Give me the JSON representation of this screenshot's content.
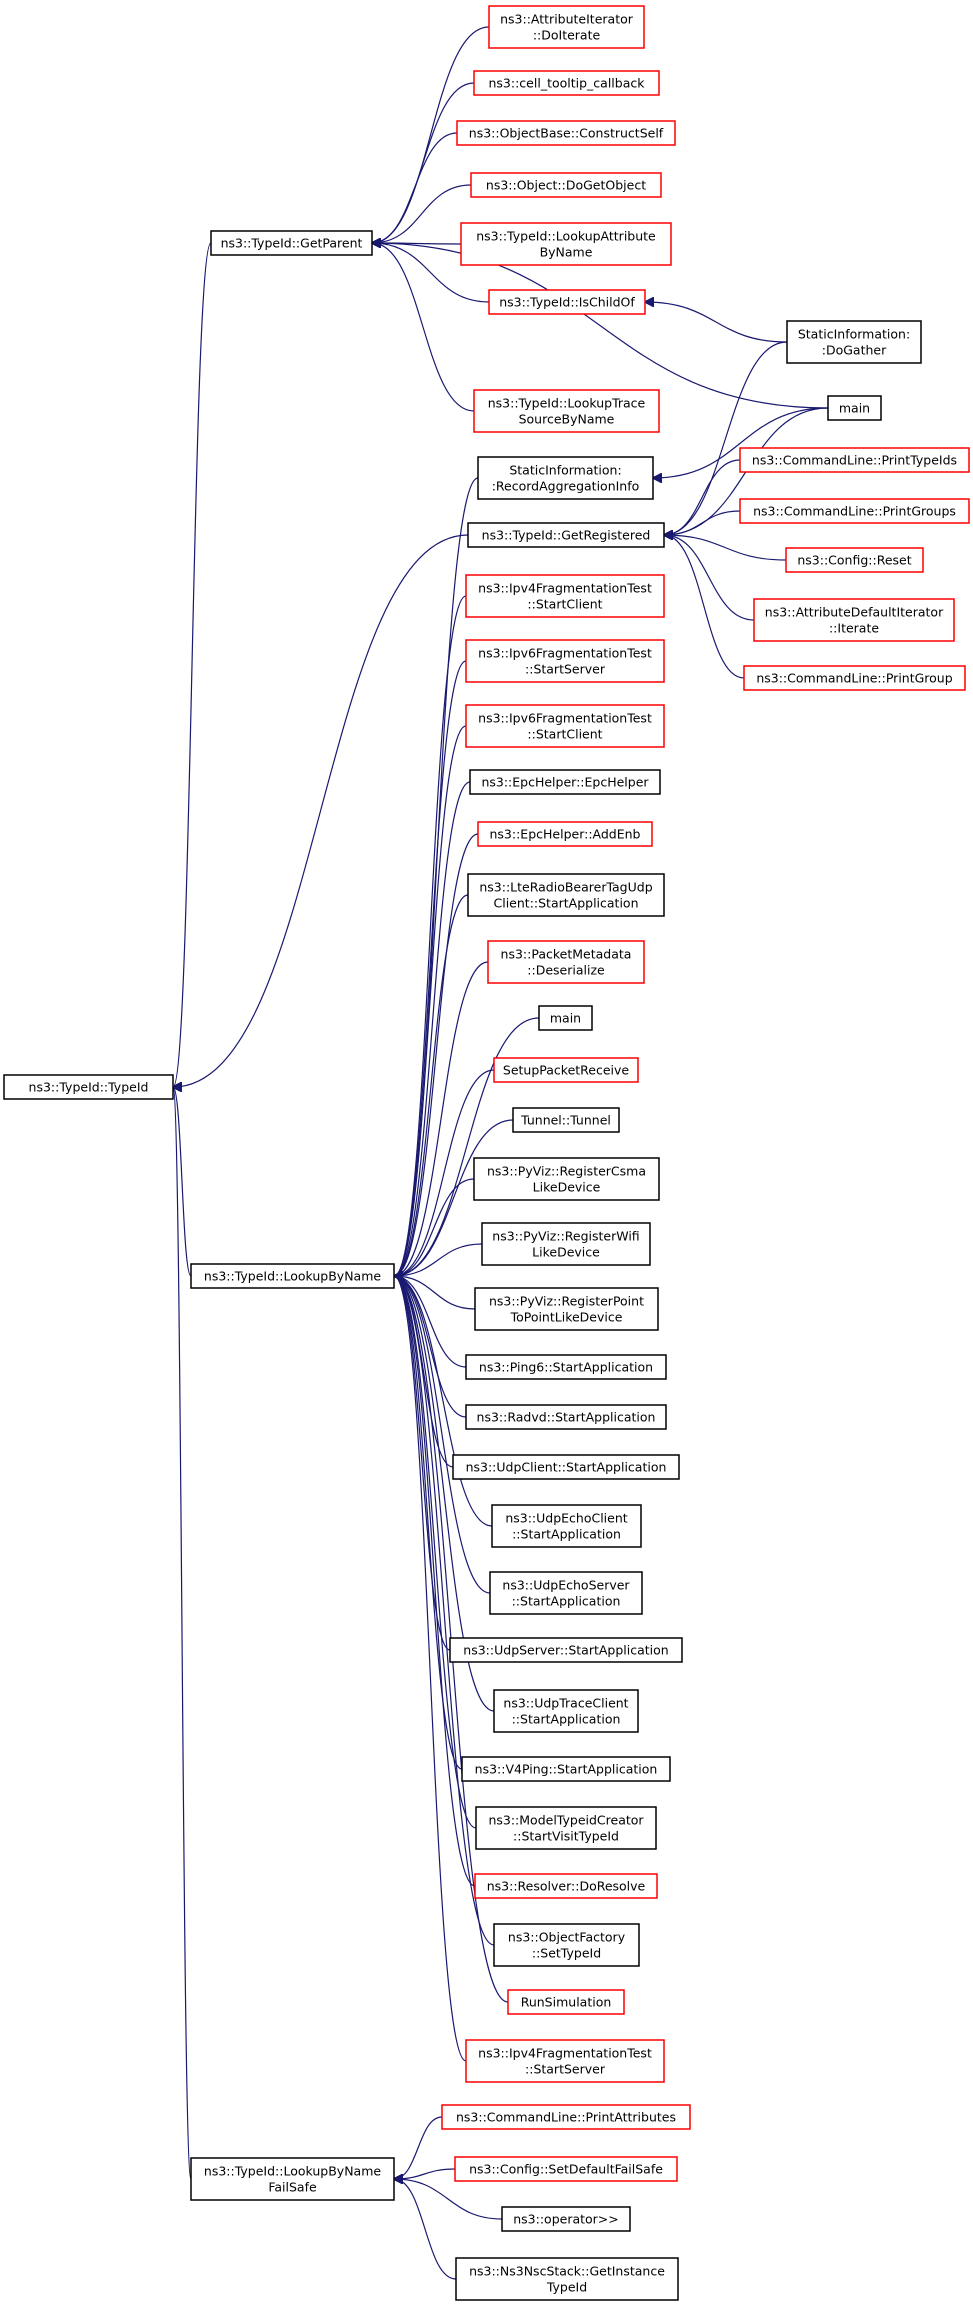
{
  "colors": {
    "edge": "#191970",
    "node_black_border": "#000000",
    "node_red_border": "#ff0000",
    "root_fill": "#bfbfbf",
    "text": "#000000"
  },
  "nodes": [
    {
      "id": "root",
      "lines": [
        "ns3::TypeId::TypeId"
      ],
      "border": "black",
      "highlight": true
    },
    {
      "id": "getparent",
      "lines": [
        "ns3::TypeId::GetParent"
      ],
      "border": "black"
    },
    {
      "id": "lookupbyname",
      "lines": [
        "ns3::TypeId::LookupByName"
      ],
      "border": "black"
    },
    {
      "id": "failsafe",
      "lines": [
        "ns3::TypeId::LookupByName",
        "FailSafe"
      ],
      "border": "black"
    },
    {
      "id": "attriter",
      "lines": [
        "ns3::AttributeIterator",
        "::DoIterate"
      ],
      "border": "red"
    },
    {
      "id": "celltooltip",
      "lines": [
        "ns3::cell_tooltip_callback"
      ],
      "border": "red"
    },
    {
      "id": "constructself",
      "lines": [
        "ns3::ObjectBase::ConstructSelf"
      ],
      "border": "red"
    },
    {
      "id": "dogetobject",
      "lines": [
        "ns3::Object::DoGetObject"
      ],
      "border": "red"
    },
    {
      "id": "lookupattr",
      "lines": [
        "ns3::TypeId::LookupAttribute",
        "ByName"
      ],
      "border": "red"
    },
    {
      "id": "ischildof",
      "lines": [
        "ns3::TypeId::IsChildOf"
      ],
      "border": "red"
    },
    {
      "id": "lookuptrace",
      "lines": [
        "ns3::TypeId::LookupTrace",
        "SourceByName"
      ],
      "border": "red"
    },
    {
      "id": "recordagg",
      "lines": [
        "StaticInformation:",
        ":RecordAggregationInfo"
      ],
      "border": "black"
    },
    {
      "id": "getregistered",
      "lines": [
        "ns3::TypeId::GetRegistered"
      ],
      "border": "black"
    },
    {
      "id": "dogather",
      "lines": [
        "StaticInformation:",
        ":DoGather"
      ],
      "border": "black"
    },
    {
      "id": "main1",
      "lines": [
        "main"
      ],
      "border": "black"
    },
    {
      "id": "printtypeids",
      "lines": [
        "ns3::CommandLine::PrintTypeIds"
      ],
      "border": "red"
    },
    {
      "id": "printgroups",
      "lines": [
        "ns3::CommandLine::PrintGroups"
      ],
      "border": "red"
    },
    {
      "id": "configreset",
      "lines": [
        "ns3::Config::Reset"
      ],
      "border": "red"
    },
    {
      "id": "attrdefiter",
      "lines": [
        "ns3::AttributeDefaultIterator",
        "::Iterate"
      ],
      "border": "red"
    },
    {
      "id": "printgroup",
      "lines": [
        "ns3::CommandLine::PrintGroup"
      ],
      "border": "red"
    },
    {
      "id": "ipv4fragclient",
      "lines": [
        "ns3::Ipv4FragmentationTest",
        "::StartClient"
      ],
      "border": "red"
    },
    {
      "id": "ipv6fragserver",
      "lines": [
        "ns3::Ipv6FragmentationTest",
        "::StartServer"
      ],
      "border": "red"
    },
    {
      "id": "ipv6fragclient",
      "lines": [
        "ns3::Ipv6FragmentationTest",
        "::StartClient"
      ],
      "border": "red"
    },
    {
      "id": "epchelper",
      "lines": [
        "ns3::EpcHelper::EpcHelper"
      ],
      "border": "black"
    },
    {
      "id": "addenb",
      "lines": [
        "ns3::EpcHelper::AddEnb"
      ],
      "border": "red"
    },
    {
      "id": "lteradio",
      "lines": [
        "ns3::LteRadioBearerTagUdp",
        "Client::StartApplication"
      ],
      "border": "black"
    },
    {
      "id": "pktmeta",
      "lines": [
        "ns3::PacketMetadata",
        "::Deserialize"
      ],
      "border": "red"
    },
    {
      "id": "main2",
      "lines": [
        "main"
      ],
      "border": "black"
    },
    {
      "id": "setuppkt",
      "lines": [
        "SetupPacketReceive"
      ],
      "border": "red"
    },
    {
      "id": "tunnel",
      "lines": [
        "Tunnel::Tunnel"
      ],
      "border": "black"
    },
    {
      "id": "pyvizcsma",
      "lines": [
        "ns3::PyViz::RegisterCsma",
        "LikeDevice"
      ],
      "border": "black"
    },
    {
      "id": "pyvizwifi",
      "lines": [
        "ns3::PyViz::RegisterWifi",
        "LikeDevice"
      ],
      "border": "black"
    },
    {
      "id": "pyvizp2p",
      "lines": [
        "ns3::PyViz::RegisterPoint",
        "ToPointLikeDevice"
      ],
      "border": "black"
    },
    {
      "id": "ping6",
      "lines": [
        "ns3::Ping6::StartApplication"
      ],
      "border": "black"
    },
    {
      "id": "radvd",
      "lines": [
        "ns3::Radvd::StartApplication"
      ],
      "border": "black"
    },
    {
      "id": "udpclient",
      "lines": [
        "ns3::UdpClient::StartApplication"
      ],
      "border": "black"
    },
    {
      "id": "udpechoclient",
      "lines": [
        "ns3::UdpEchoClient",
        "::StartApplication"
      ],
      "border": "black"
    },
    {
      "id": "udpechoserver",
      "lines": [
        "ns3::UdpEchoServer",
        "::StartApplication"
      ],
      "border": "black"
    },
    {
      "id": "udpserver",
      "lines": [
        "ns3::UdpServer::StartApplication"
      ],
      "border": "black"
    },
    {
      "id": "udptrace",
      "lines": [
        "ns3::UdpTraceClient",
        "::StartApplication"
      ],
      "border": "black"
    },
    {
      "id": "v4ping",
      "lines": [
        "ns3::V4Ping::StartApplication"
      ],
      "border": "black"
    },
    {
      "id": "modeltypeid",
      "lines": [
        "ns3::ModelTypeidCreator",
        "::StartVisitTypeId"
      ],
      "border": "black"
    },
    {
      "id": "resolver",
      "lines": [
        "ns3::Resolver::DoResolve"
      ],
      "border": "red"
    },
    {
      "id": "objfactory",
      "lines": [
        "ns3::ObjectFactory",
        "::SetTypeId"
      ],
      "border": "black"
    },
    {
      "id": "runsim",
      "lines": [
        "RunSimulation"
      ],
      "border": "red"
    },
    {
      "id": "ipv4fragserver",
      "lines": [
        "ns3::Ipv4FragmentationTest",
        "::StartServer"
      ],
      "border": "red"
    },
    {
      "id": "printattrs",
      "lines": [
        "ns3::CommandLine::PrintAttributes"
      ],
      "border": "red"
    },
    {
      "id": "setdefaultfs",
      "lines": [
        "ns3::Config::SetDefaultFailSafe"
      ],
      "border": "red"
    },
    {
      "id": "operator",
      "lines": [
        "ns3::operator>>"
      ],
      "border": "black"
    },
    {
      "id": "nscstack",
      "lines": [
        "ns3::Ns3NscStack::GetInstance",
        "TypeId"
      ],
      "border": "black"
    }
  ],
  "edges": [
    [
      "getparent",
      "root"
    ],
    [
      "lookupbyname",
      "root"
    ],
    [
      "failsafe",
      "root"
    ],
    [
      "getregistered",
      "root"
    ],
    [
      "attriter",
      "getparent"
    ],
    [
      "celltooltip",
      "getparent"
    ],
    [
      "constructself",
      "getparent"
    ],
    [
      "dogetobject",
      "getparent"
    ],
    [
      "lookupattr",
      "getparent"
    ],
    [
      "ischildof",
      "getparent"
    ],
    [
      "lookuptrace",
      "getparent"
    ],
    [
      "main1",
      "getparent"
    ],
    [
      "dogather",
      "ischildof"
    ],
    [
      "main1",
      "recordagg"
    ],
    [
      "dogather",
      "getregistered"
    ],
    [
      "main1",
      "getregistered"
    ],
    [
      "printtypeids",
      "getregistered"
    ],
    [
      "printgroups",
      "getregistered"
    ],
    [
      "configreset",
      "getregistered"
    ],
    [
      "attrdefiter",
      "getregistered"
    ],
    [
      "printgroup",
      "getregistered"
    ],
    [
      "recordagg",
      "lookupbyname"
    ],
    [
      "ipv4fragclient",
      "lookupbyname"
    ],
    [
      "ipv6fragserver",
      "lookupbyname"
    ],
    [
      "ipv6fragclient",
      "lookupbyname"
    ],
    [
      "epchelper",
      "lookupbyname"
    ],
    [
      "addenb",
      "lookupbyname"
    ],
    [
      "lteradio",
      "lookupbyname"
    ],
    [
      "pktmeta",
      "lookupbyname"
    ],
    [
      "main2",
      "lookupbyname"
    ],
    [
      "setuppkt",
      "lookupbyname"
    ],
    [
      "tunnel",
      "lookupbyname"
    ],
    [
      "pyvizcsma",
      "lookupbyname"
    ],
    [
      "pyvizwifi",
      "lookupbyname"
    ],
    [
      "pyvizp2p",
      "lookupbyname"
    ],
    [
      "ping6",
      "lookupbyname"
    ],
    [
      "radvd",
      "lookupbyname"
    ],
    [
      "udpclient",
      "lookupbyname"
    ],
    [
      "udpechoclient",
      "lookupbyname"
    ],
    [
      "udpechoserver",
      "lookupbyname"
    ],
    [
      "udpserver",
      "lookupbyname"
    ],
    [
      "udptrace",
      "lookupbyname"
    ],
    [
      "v4ping",
      "lookupbyname"
    ],
    [
      "modeltypeid",
      "lookupbyname"
    ],
    [
      "resolver",
      "lookupbyname"
    ],
    [
      "objfactory",
      "lookupbyname"
    ],
    [
      "runsim",
      "lookupbyname"
    ],
    [
      "ipv4fragserver",
      "lookupbyname"
    ],
    [
      "printattrs",
      "failsafe"
    ],
    [
      "setdefaultfs",
      "failsafe"
    ],
    [
      "operator",
      "failsafe"
    ],
    [
      "nscstack",
      "failsafe"
    ]
  ]
}
